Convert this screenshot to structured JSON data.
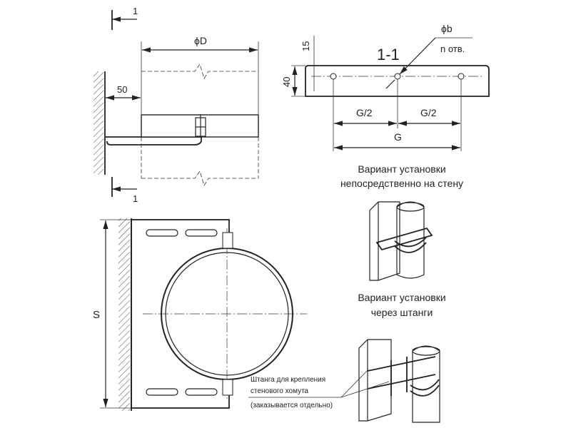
{
  "section_marks": {
    "top": "1",
    "bottom": "1",
    "section_title": "1-1"
  },
  "dimensions": {
    "diameter_D": "ϕD",
    "wall_offset": "50",
    "hole_diameter": "ϕb",
    "hole_count": "n отв.",
    "top_offset": "15",
    "height": "40",
    "half_spacing_left": "G/2",
    "half_spacing_right": "G/2",
    "spacing": "G",
    "overall_height": "S"
  },
  "variants": {
    "wall_mount": {
      "line1": "Вариант установки",
      "line2": "непосредственно на стену"
    },
    "rod_mount": {
      "line1": "Вариант установки",
      "line2": "через штанги"
    }
  },
  "note": {
    "line1": "Штанга для крепления",
    "line2": "стенового хомута",
    "line3": "(заказывается отдельно)"
  }
}
